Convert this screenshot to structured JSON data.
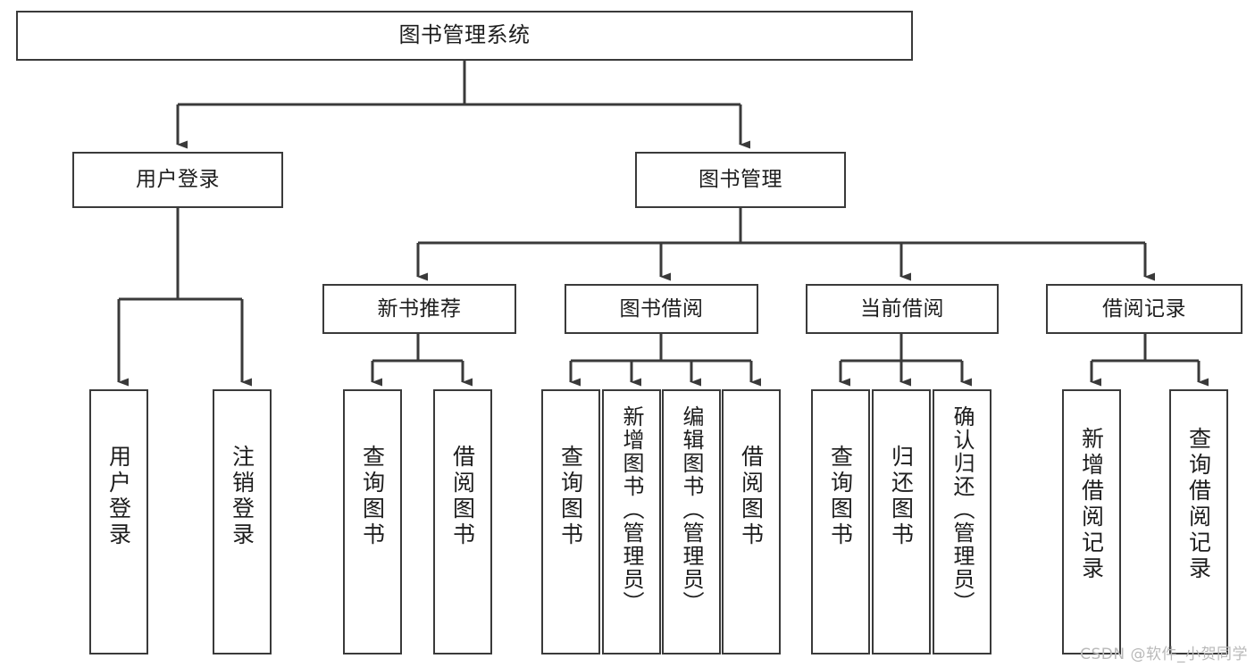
{
  "diagram": {
    "type": "tree",
    "title": "图书管理系统",
    "orientation": "top-down",
    "colors": {
      "box_border": "#3a3a3a",
      "box_fill": "#ffffff",
      "connector": "#3a3a3a",
      "text": "#1d1d1d",
      "watermark": "#b9b9b9"
    }
  },
  "root": {
    "label": "图书管理系统"
  },
  "level2": {
    "user_login": {
      "label": "用户登录"
    },
    "book_manage": {
      "label": "图书管理"
    }
  },
  "level3": {
    "new_book_recommend": {
      "label": "新书推荐"
    },
    "book_borrow": {
      "label": "图书借阅"
    },
    "current_borrow": {
      "label": "当前借阅"
    },
    "borrow_record": {
      "label": "借阅记录"
    }
  },
  "leaves": {
    "user_login_children": [
      {
        "label": "用户登录"
      },
      {
        "label": "注销登录"
      }
    ],
    "new_book_recommend_children": [
      {
        "label": "查询图书"
      },
      {
        "label": "借阅图书"
      }
    ],
    "book_borrow_children": [
      {
        "label": "查询图书"
      },
      {
        "label": "新增图书（管理员）"
      },
      {
        "label": "编辑图书（管理员）"
      },
      {
        "label": "借阅图书"
      }
    ],
    "current_borrow_children": [
      {
        "label": "查询图书"
      },
      {
        "label": "归还图书"
      },
      {
        "label": "确认归还（管理员）"
      }
    ],
    "borrow_record_children": [
      {
        "label": "新增借阅记录"
      },
      {
        "label": "查询借阅记录"
      }
    ]
  },
  "watermark": {
    "text": "CSDN @软件_小贺同学"
  }
}
